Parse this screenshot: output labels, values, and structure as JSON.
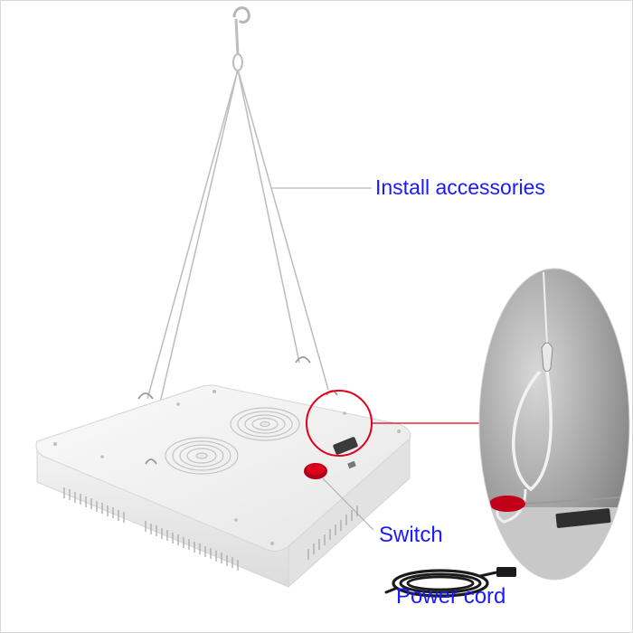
{
  "labels": {
    "install_accessories": "Install accessories",
    "switch": "Switch",
    "power_cord": "Power cord"
  },
  "colors": {
    "label_text": "#1a1aff",
    "callout_circle": "#e0001b",
    "housing": "#f2f2f2",
    "rocker_switch": "#e0001b"
  }
}
